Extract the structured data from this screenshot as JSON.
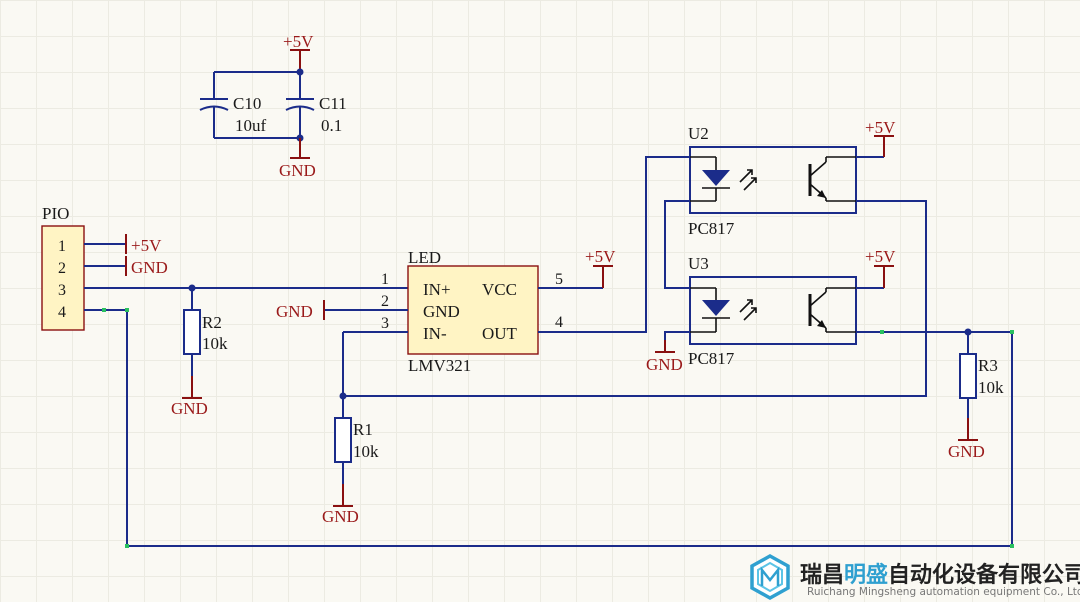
{
  "labels": {
    "p5v": "+5V",
    "gnd": "GND",
    "c10_ref": "C10",
    "c10_val": "10uf",
    "c11_ref": "C11",
    "c11_val": "0.1",
    "pio": "PIO",
    "pio_pins": [
      "1",
      "2",
      "3",
      "4"
    ],
    "r1_ref": "R1",
    "r2_ref": "R2",
    "r3_ref": "R3",
    "r_val": "10k",
    "led": "LED",
    "opamp_name": "LMV321",
    "opamp_pins": {
      "in_plus": "IN+",
      "gnd": "GND",
      "in_minus": "IN-",
      "vcc": "VCC",
      "out": "OUT",
      "n1": "1",
      "n2": "2",
      "n3": "3",
      "n4": "4",
      "n5": "5"
    },
    "u2": "U2",
    "u3": "U3",
    "pc817": "PC817"
  },
  "brand": {
    "cn_a": "瑞昌",
    "cn_b": "明盛",
    "cn_c": "自动化设备有限公司",
    "en": "Ruichang Mingsheng automation equipment Co., Ltd"
  },
  "colors": {
    "wire": "#1b2c8a",
    "power": "#8a1010",
    "body_fill": "#fff4c4",
    "brand_accent": "#2fa0d0"
  }
}
